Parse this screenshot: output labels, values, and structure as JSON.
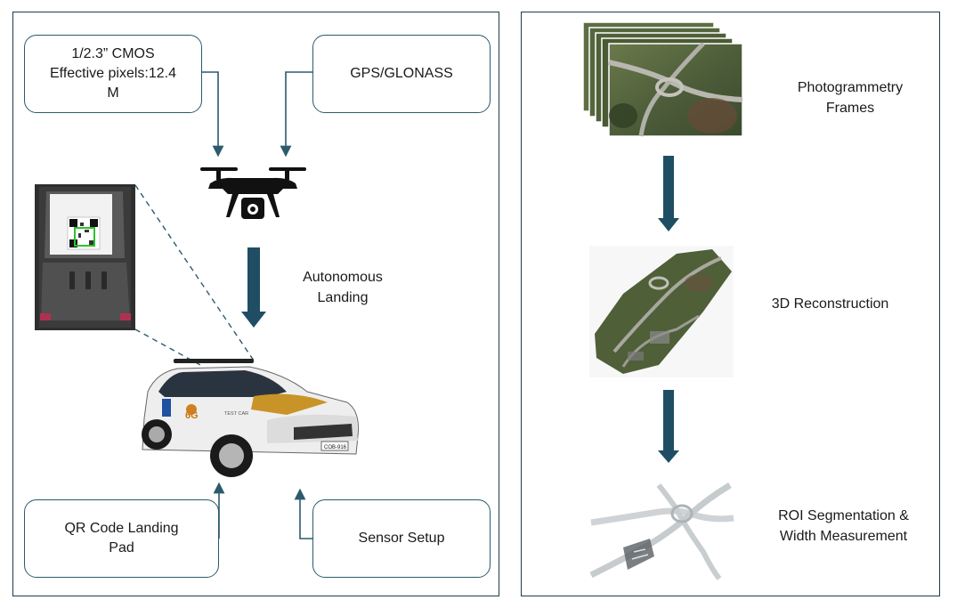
{
  "left_panel": {
    "camera_box": "1/2.3” CMOS\nEffective pixels:12.4\nM",
    "gps_box": "GPS/GLONASS",
    "landing_label": "Autonomous\nLanding",
    "qr_box": "QR Code Landing\nPad",
    "sensor_box": "Sensor Setup",
    "car_badge": "6G",
    "car_text": "TEST CAR",
    "plate": "COB-916"
  },
  "right_panel": {
    "frames_label": "Photogrammetry\nFrames",
    "reconstruction_label": "3D Reconstruction",
    "segmentation_label": "ROI Segmentation &\nWidth Measurement"
  },
  "colors": {
    "box_border": "#2c5a6e",
    "arrow_dark": "#1f4e64",
    "panel_border": "#1f3a4d"
  }
}
